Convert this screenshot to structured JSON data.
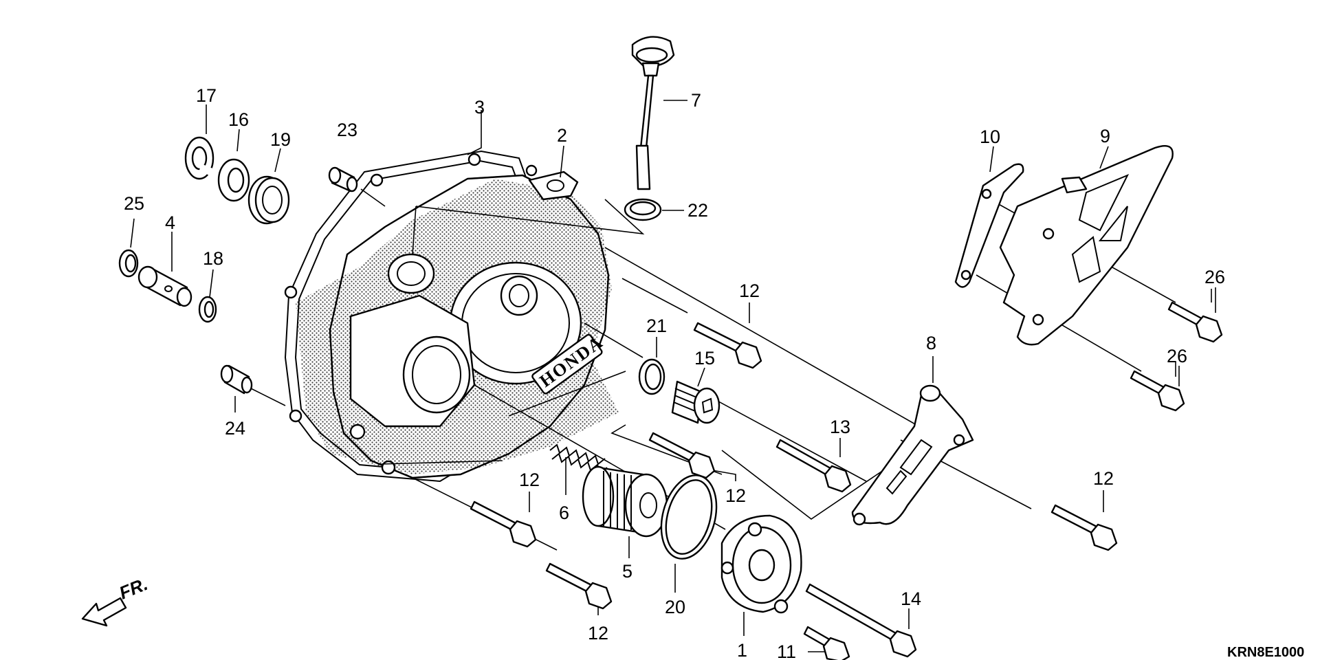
{
  "diagram": {
    "code": "KRN8E1000",
    "brand_mark": "HONDA",
    "direction_label": "FR.",
    "callouts": [
      {
        "id": "c1",
        "label": "1"
      },
      {
        "id": "c2",
        "label": "2"
      },
      {
        "id": "c3",
        "label": "3"
      },
      {
        "id": "c4",
        "label": "4"
      },
      {
        "id": "c5",
        "label": "5"
      },
      {
        "id": "c6",
        "label": "6"
      },
      {
        "id": "c7",
        "label": "7"
      },
      {
        "id": "c8",
        "label": "8"
      },
      {
        "id": "c9",
        "label": "9"
      },
      {
        "id": "c10",
        "label": "10"
      },
      {
        "id": "c11",
        "label": "11"
      },
      {
        "id": "c12a",
        "label": "12"
      },
      {
        "id": "c12b",
        "label": "12"
      },
      {
        "id": "c12c",
        "label": "12"
      },
      {
        "id": "c12d",
        "label": "12"
      },
      {
        "id": "c12e",
        "label": "12"
      },
      {
        "id": "c13",
        "label": "13"
      },
      {
        "id": "c14",
        "label": "14"
      },
      {
        "id": "c15",
        "label": "15"
      },
      {
        "id": "c16",
        "label": "16"
      },
      {
        "id": "c17",
        "label": "17"
      },
      {
        "id": "c18",
        "label": "18"
      },
      {
        "id": "c19",
        "label": "19"
      },
      {
        "id": "c20",
        "label": "20"
      },
      {
        "id": "c21",
        "label": "21"
      },
      {
        "id": "c22",
        "label": "22"
      },
      {
        "id": "c23",
        "label": "23"
      },
      {
        "id": "c24",
        "label": "24"
      },
      {
        "id": "c25",
        "label": "25"
      },
      {
        "id": "c26a",
        "label": "26"
      },
      {
        "id": "c26b",
        "label": "26"
      }
    ]
  }
}
